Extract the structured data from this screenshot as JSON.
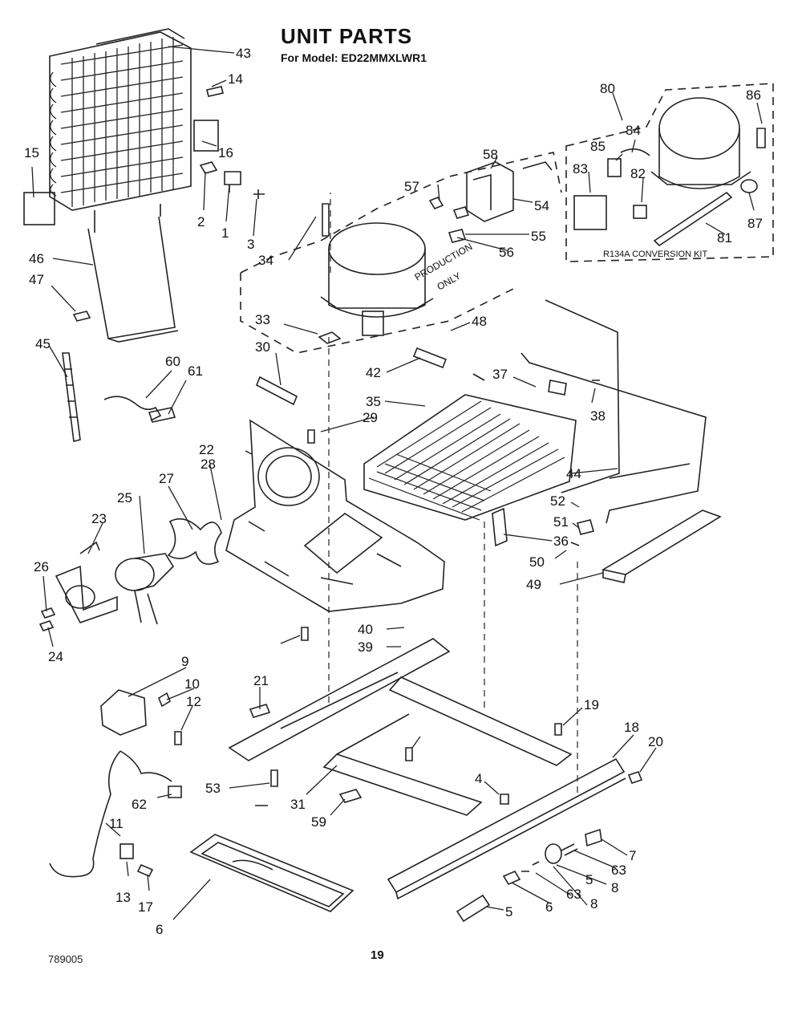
{
  "header": {
    "title": "UNIT PARTS",
    "model_line": "For Model: ED22MMXLWR1"
  },
  "footer": {
    "drawing_code": "789005",
    "page_number": "19"
  },
  "inset_labels": {
    "conversion_kit": "R134A CONVERSION KIT",
    "production_line1": "PRODUCTION",
    "production_line2": "ONLY"
  },
  "callouts": [
    "43",
    "14",
    "15",
    "16",
    "2",
    "1",
    "3",
    "46",
    "47",
    "45",
    "60",
    "61",
    "34",
    "33",
    "30",
    "57",
    "58",
    "54",
    "55",
    "56",
    "80",
    "84",
    "85",
    "83",
    "82",
    "86",
    "87",
    "81",
    "48",
    "42",
    "37",
    "38",
    "35",
    "29",
    "22",
    "28",
    "27",
    "25",
    "23",
    "26",
    "24",
    "44",
    "52",
    "51",
    "36",
    "50",
    "49",
    "40",
    "39",
    "9",
    "10",
    "12",
    "21",
    "19",
    "18",
    "20",
    "53",
    "31",
    "59",
    "4",
    "62",
    "11",
    "13",
    "17",
    "6",
    "7",
    "63",
    "8",
    "5"
  ]
}
